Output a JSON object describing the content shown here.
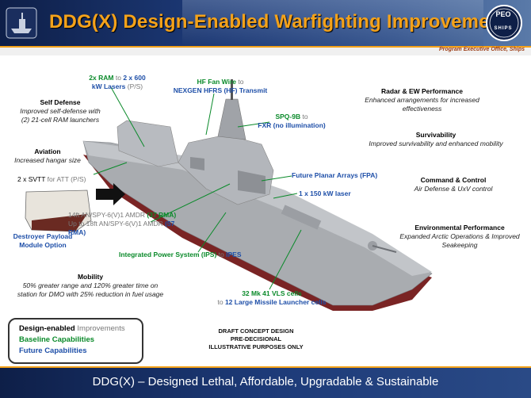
{
  "header": {
    "title": "DDG(X) Design-Enabled Warfighting Improvements",
    "program_office": "Program Executive Office, Ships",
    "logo_right": [
      "PEO",
      "SHIPS"
    ]
  },
  "callouts": {
    "ram_line1": "2x RAM",
    "ram_to1": "to",
    "ram_line1b": "2 x 600",
    "ram_line2": "kW Lasers",
    "ram_ps": "(P/S)",
    "hf_line1": "HF Fan Wire",
    "hf_to": "to",
    "hf_line2": "NEXGEN HFRS (HF) Transmit",
    "spq_line1": "SPQ-9B",
    "spq_to": "to",
    "spq_line2": "FXR (no illumination)",
    "fpa": "Future Planar Arrays (FPA)",
    "laser": "1 x 150 kW laser",
    "spy_line1_a": "14ft AN/SPY-6(V)1 AMDR",
    "spy_line1_b": "(37 RMA)",
    "spy_line2_a": "Up to 18ft AN/SPY-6(V)1 AMDR",
    "spy_line2_b": "(57 RMA)",
    "ips_a": "Integrated Power System (IPS)",
    "ips_to": "to",
    "ips_b": "IPES",
    "vls_line1": "32 Mk 41 VLS cells",
    "vls_to": "to",
    "vls_line2": "12 Large Missile Launcher cells",
    "svtt_a": "2 x SVTT",
    "svtt_for": "for",
    "svtt_b": "ATT",
    "svtt_ps": "(P/S)"
  },
  "left_panels": {
    "self_defense": {
      "title": "Self Defense",
      "text": [
        "Improved self-defense with",
        "(2) 21-cell RAM launchers"
      ]
    },
    "aviation": {
      "title": "Aviation",
      "text": [
        "Increased hangar size"
      ]
    },
    "payload": {
      "text": [
        "Destroyer Payload",
        "Module Option"
      ]
    },
    "mobility": {
      "title": "Mobility",
      "text": [
        "50% greater range and 120% greater time on",
        "station for DMO with 25% reduction in fuel usage"
      ]
    }
  },
  "right_panels": {
    "radar": {
      "title": "Radar & EW Performance",
      "text": [
        "Enhanced arrangements for increased",
        "effectiveness"
      ]
    },
    "survivability": {
      "title": "Survivability",
      "text": [
        "Improved survivability and enhanced mobility"
      ]
    },
    "command": {
      "title": "Command & Control",
      "text": [
        "Air Defense & UxV control"
      ]
    },
    "environment": {
      "title": "Environmental Performance",
      "text": [
        "Expanded Arctic Operations & Improved",
        "Seakeeping"
      ]
    }
  },
  "legend": {
    "line1_a": "Design-enabled",
    "line1_b": "Improvements",
    "line2": "Baseline Capabilities",
    "line3": "Future Capabilities"
  },
  "draft": [
    "DRAFT CONCEPT DESIGN",
    "PRE-DECISIONAL",
    "ILLUSTRATIVE PURPOSES ONLY"
  ],
  "footer": "DDG(X) – Designed Lethal, Affordable, Upgradable & Sustainable",
  "colors": {
    "navy": "#1d3a78",
    "gold": "#f4a21a",
    "green": "#0a8a2a",
    "blue": "#1e4fa8",
    "hull_red": "#8a2a2a",
    "ship_gray": "#a9acb0"
  }
}
